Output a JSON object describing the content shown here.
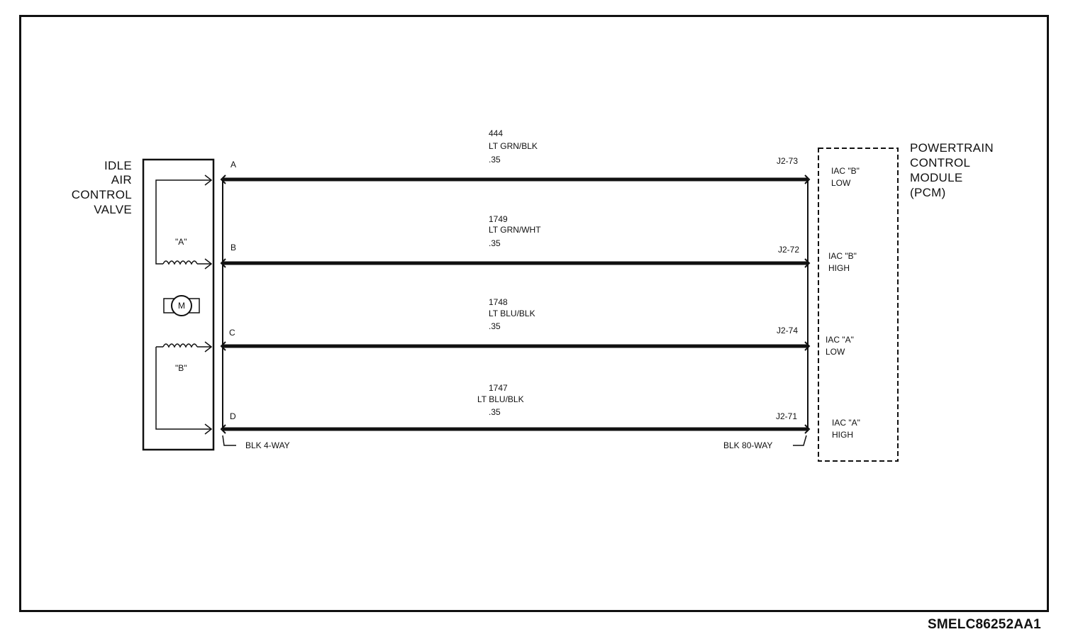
{
  "diagram_id": "SMELC86252AA1",
  "valve": {
    "title_lines": [
      "IDLE",
      "AIR",
      "CONTROL",
      "VALVE"
    ],
    "coil_a_label": "\"A\"",
    "coil_b_label": "\"B\"",
    "motor_label": "M",
    "connector_label": "BLK 4-WAY"
  },
  "pcm": {
    "title_lines": [
      "POWERTRAIN",
      "CONTROL",
      "MODULE",
      "(PCM)"
    ],
    "connector_label": "BLK 80-WAY"
  },
  "wires": [
    {
      "pin": "A",
      "circuit": "444",
      "color": "LT GRN/BLK",
      "gauge": ".35",
      "terminal": "J2-73",
      "function_lines": [
        "IAC \"B\"",
        "LOW"
      ]
    },
    {
      "pin": "B",
      "circuit": "1749",
      "color": "LT GRN/WHT",
      "gauge": ".35",
      "terminal": "J2-72",
      "function_lines": [
        "IAC \"B\"",
        "HIGH"
      ]
    },
    {
      "pin": "C",
      "circuit": "1748",
      "color": "LT BLU/BLK",
      "gauge": ".35",
      "terminal": "J2-74",
      "function_lines": [
        "IAC \"A\"",
        "LOW"
      ]
    },
    {
      "pin": "D",
      "circuit": "1747",
      "color": "LT BLU/BLK",
      "gauge": ".35",
      "terminal": "J2-71",
      "function_lines": [
        "IAC \"A\"",
        "HIGH"
      ]
    }
  ]
}
